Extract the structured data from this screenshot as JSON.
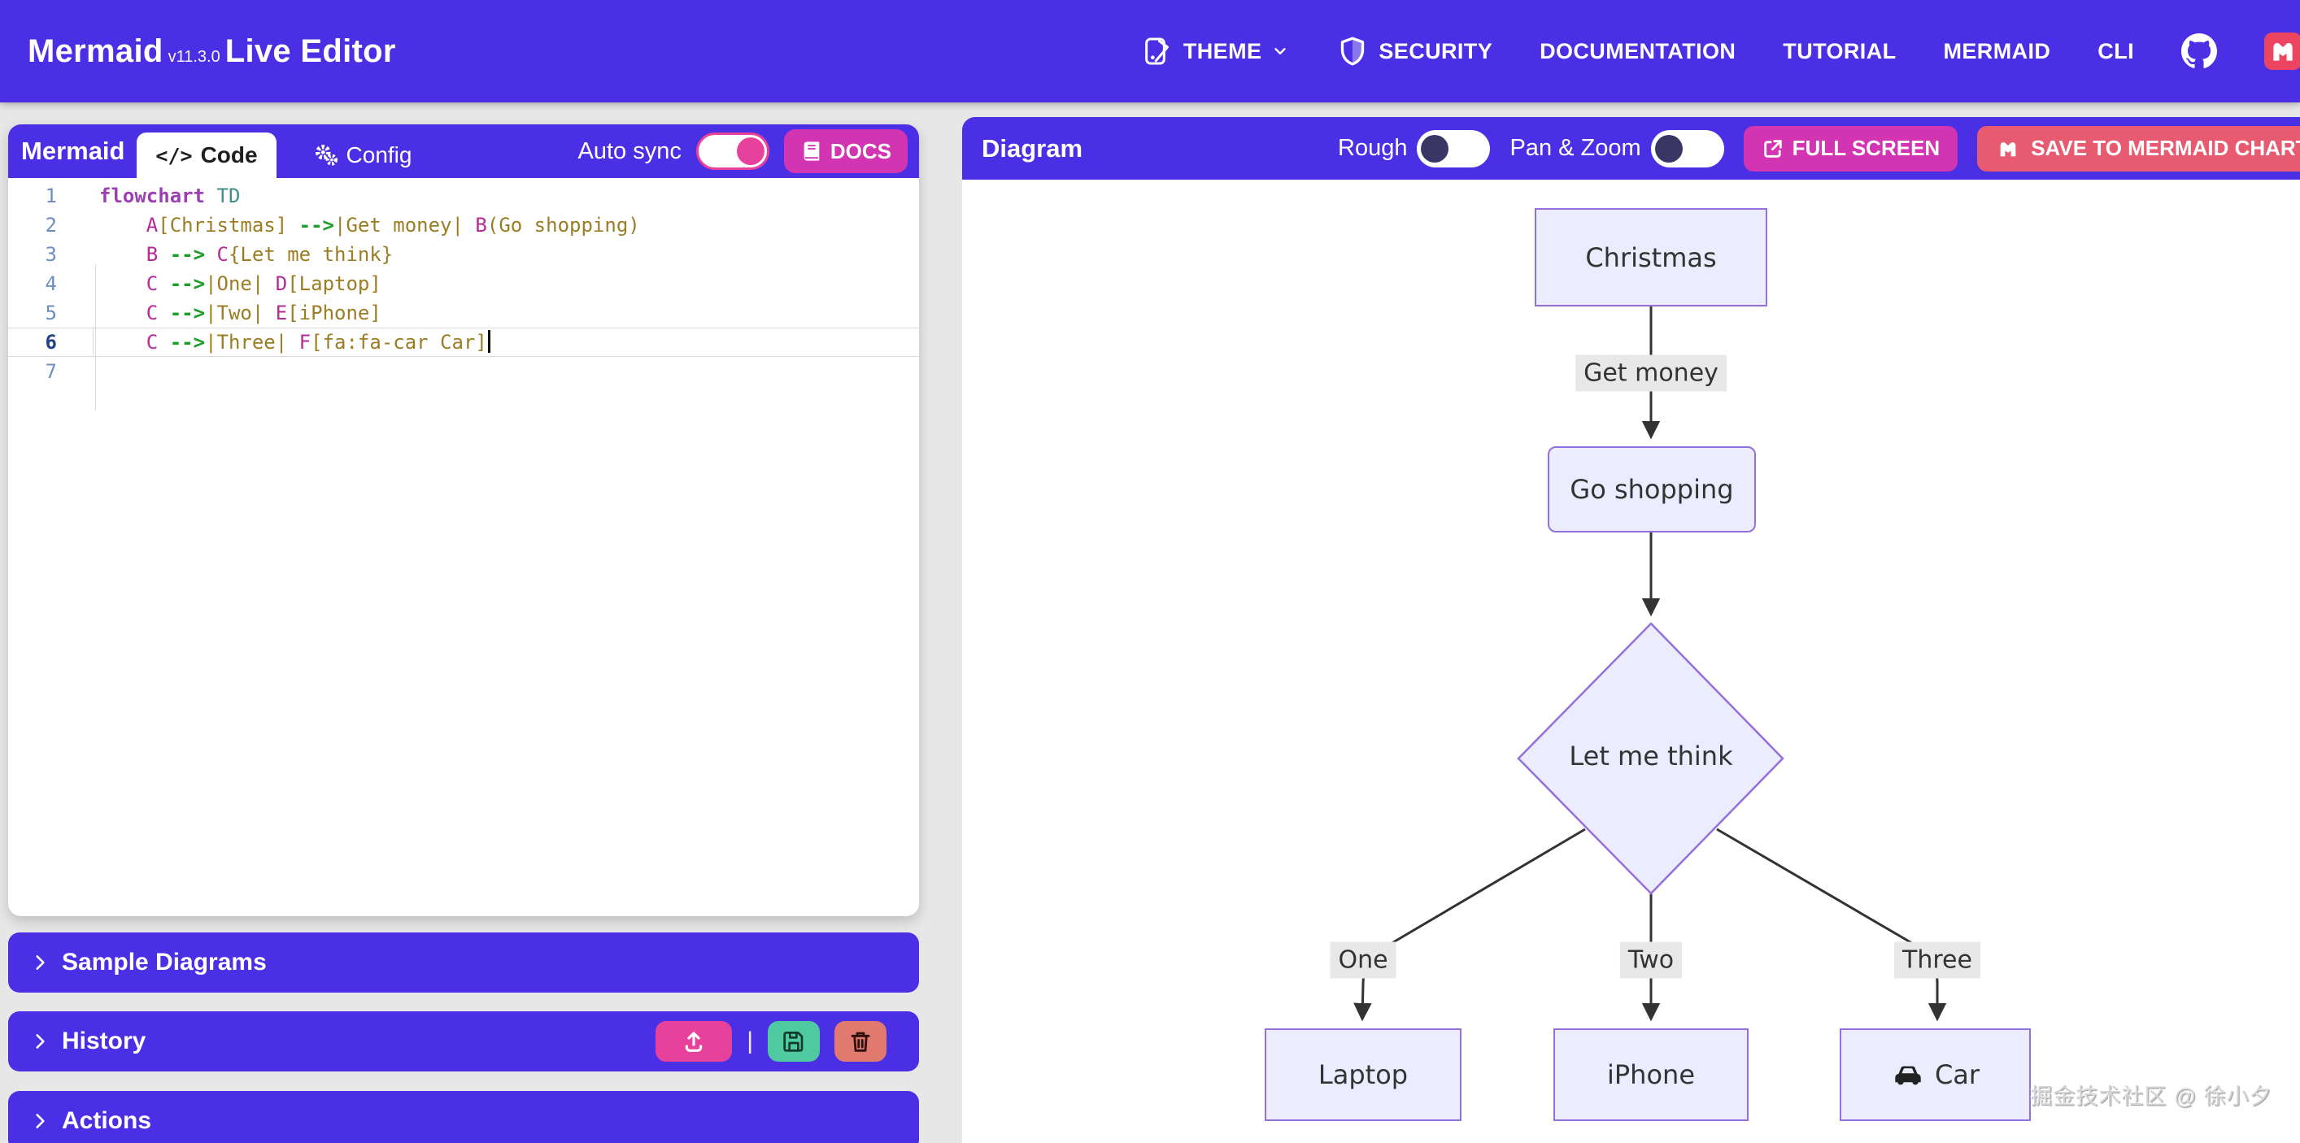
{
  "navbar": {
    "brand": {
      "name": "Mermaid",
      "version": "v11.3.0",
      "suffix": "Live Editor"
    },
    "items": [
      {
        "label": "THEME",
        "icon": "theme-icon",
        "has_dropdown": true
      },
      {
        "label": "SECURITY",
        "icon": "shield-icon"
      },
      {
        "label": "DOCUMENTATION"
      },
      {
        "label": "TUTORIAL"
      },
      {
        "label": "MERMAID"
      },
      {
        "label": "CLI"
      }
    ],
    "github_icon": "github-icon",
    "mermaid_chart_icon": "mermaid-chart-logo"
  },
  "editor": {
    "title": "Mermaid",
    "tabs": [
      {
        "label": "Code",
        "active": true
      },
      {
        "label": "Config",
        "active": false
      }
    ],
    "auto_sync_label": "Auto sync",
    "auto_sync_on": true,
    "docs_label": "DOCS",
    "code_lines": [
      {
        "num": 1,
        "tokens": [
          {
            "c": "kw",
            "t": "flowchart"
          },
          {
            "c": "pl",
            "t": " "
          },
          {
            "c": "dir",
            "t": "TD"
          }
        ]
      },
      {
        "num": 2,
        "tokens": [
          {
            "c": "pl",
            "t": "    "
          },
          {
            "c": "id",
            "t": "A"
          },
          {
            "c": "str",
            "t": "[Christmas]"
          },
          {
            "c": "pl",
            "t": " "
          },
          {
            "c": "arr",
            "t": "-->"
          },
          {
            "c": "str",
            "t": "|Get money|"
          },
          {
            "c": "pl",
            "t": " "
          },
          {
            "c": "id",
            "t": "B"
          },
          {
            "c": "str",
            "t": "(Go shopping)"
          }
        ]
      },
      {
        "num": 3,
        "tokens": [
          {
            "c": "pl",
            "t": "    "
          },
          {
            "c": "id",
            "t": "B"
          },
          {
            "c": "pl",
            "t": " "
          },
          {
            "c": "arr",
            "t": "-->"
          },
          {
            "c": "pl",
            "t": " "
          },
          {
            "c": "id",
            "t": "C"
          },
          {
            "c": "str",
            "t": "{Let me think}"
          }
        ]
      },
      {
        "num": 4,
        "tokens": [
          {
            "c": "pl",
            "t": "    "
          },
          {
            "c": "id",
            "t": "C"
          },
          {
            "c": "pl",
            "t": " "
          },
          {
            "c": "arr",
            "t": "-->"
          },
          {
            "c": "str",
            "t": "|One|"
          },
          {
            "c": "pl",
            "t": " "
          },
          {
            "c": "id",
            "t": "D"
          },
          {
            "c": "str",
            "t": "[Laptop]"
          }
        ]
      },
      {
        "num": 5,
        "tokens": [
          {
            "c": "pl",
            "t": "    "
          },
          {
            "c": "id",
            "t": "C"
          },
          {
            "c": "pl",
            "t": " "
          },
          {
            "c": "arr",
            "t": "-->"
          },
          {
            "c": "str",
            "t": "|Two|"
          },
          {
            "c": "pl",
            "t": " "
          },
          {
            "c": "id",
            "t": "E"
          },
          {
            "c": "str",
            "t": "[iPhone]"
          }
        ]
      },
      {
        "num": 6,
        "active": true,
        "cursor": true,
        "tokens": [
          {
            "c": "pl",
            "t": "    "
          },
          {
            "c": "id",
            "t": "C"
          },
          {
            "c": "pl",
            "t": " "
          },
          {
            "c": "arr",
            "t": "-->"
          },
          {
            "c": "str",
            "t": "|Three|"
          },
          {
            "c": "pl",
            "t": " "
          },
          {
            "c": "id",
            "t": "F"
          },
          {
            "c": "str",
            "t": "[fa:fa-car Car]"
          }
        ]
      },
      {
        "num": 7,
        "tokens": []
      }
    ]
  },
  "sections": {
    "sample_diagrams": {
      "label": "Sample Diagrams"
    },
    "history": {
      "label": "History",
      "buttons": [
        {
          "name": "upload",
          "icon": "upload-icon"
        },
        {
          "name": "save",
          "icon": "floppy-icon"
        },
        {
          "name": "delete",
          "icon": "trash-icon"
        }
      ],
      "separator": "|"
    },
    "actions": {
      "label": "Actions"
    }
  },
  "diagram": {
    "title": "Diagram",
    "rough_label": "Rough",
    "rough_on": false,
    "pan_zoom_label": "Pan & Zoom",
    "pan_zoom_on": false,
    "fullscreen_label": "FULL SCREEN",
    "save_label": "SAVE TO MERMAID CHART",
    "flowchart": {
      "nodes": [
        {
          "id": "A",
          "label": "Christmas",
          "shape": "rect"
        },
        {
          "id": "B",
          "label": "Go shopping",
          "shape": "rounded"
        },
        {
          "id": "C",
          "label": "Let me think",
          "shape": "diamond"
        },
        {
          "id": "D",
          "label": "Laptop",
          "shape": "rect"
        },
        {
          "id": "E",
          "label": "iPhone",
          "shape": "rect"
        },
        {
          "id": "F",
          "label": "Car",
          "shape": "rect",
          "icon": "car-icon"
        }
      ],
      "edges": [
        {
          "from": "A",
          "to": "B",
          "label": "Get money"
        },
        {
          "from": "B",
          "to": "C",
          "label": ""
        },
        {
          "from": "C",
          "to": "D",
          "label": "One"
        },
        {
          "from": "C",
          "to": "E",
          "label": "Two"
        },
        {
          "from": "C",
          "to": "F",
          "label": "Three"
        }
      ]
    }
  },
  "watermark": "掘金技术社区 @ 徐小夕",
  "colors": {
    "primary": "#4A2FE4",
    "magenta": "#D234B2",
    "pink": "#E8419B",
    "rose": "#E85A70",
    "brand_badge": "#EC4561",
    "success": "#4FC9A0",
    "danger": "#E07A6E",
    "page_bg": "#E7E7E7",
    "node_fill": "#ECECFF",
    "node_border": "#9370DB",
    "edge_label_bg": "#E8E8E8",
    "edge_line": "#333333",
    "text_dark": "#333333",
    "kw": "#9C3FB5",
    "dir": "#3F8F8A",
    "id": "#B42A97",
    "str": "#9B7D23",
    "arr": "#1F9D2B",
    "ln": "#6D8EBF",
    "ln_active": "#24418C",
    "guide": "#D8D8D8",
    "caret": "#111111",
    "toggle_off_knob": "#3A3663",
    "watermark": "#D4D4D4"
  }
}
